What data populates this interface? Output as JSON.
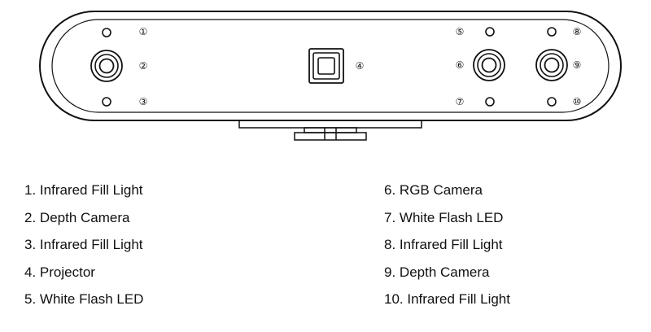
{
  "diagram": {
    "callouts": [
      "①",
      "②",
      "③",
      "④",
      "⑤",
      "⑥",
      "⑦",
      "⑧",
      "⑨",
      "⑩"
    ]
  },
  "legend": {
    "left": [
      {
        "num": "1.",
        "label": "Infrared Fill Light"
      },
      {
        "num": "2.",
        "label": "Depth Camera"
      },
      {
        "num": "3.",
        "label": "Infrared Fill Light"
      },
      {
        "num": "4.",
        "label": "Projector"
      },
      {
        "num": "5.",
        "label": "White Flash LED"
      }
    ],
    "right": [
      {
        "num": "6.",
        "label": "RGB Camera"
      },
      {
        "num": "7.",
        "label": "White Flash LED"
      },
      {
        "num": "8.",
        "label": "Infrared Fill Light"
      },
      {
        "num": "9.",
        "label": "Depth Camera"
      },
      {
        "num": "10.",
        "label": "Infrared Fill Light"
      }
    ]
  },
  "colors": {
    "stroke": "#111111",
    "background": "#ffffff"
  }
}
